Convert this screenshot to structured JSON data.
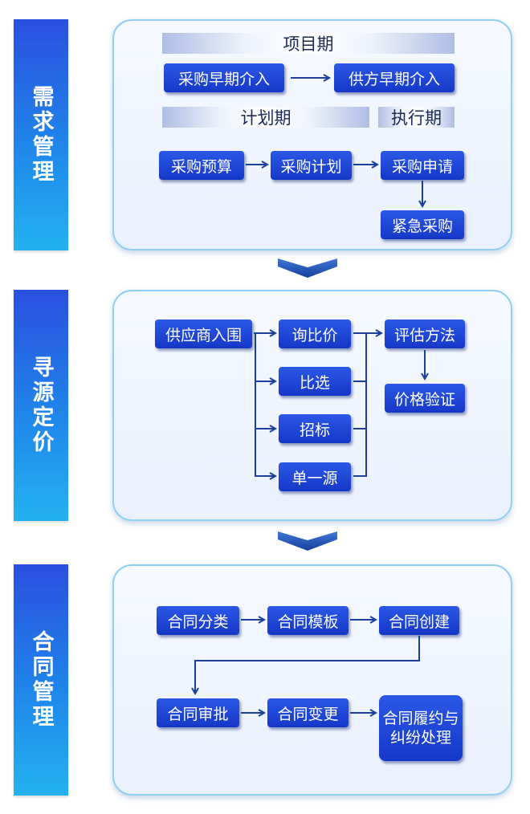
{
  "sections": {
    "demand": {
      "label": "需求管理",
      "phases": {
        "project": "项目期",
        "plan": "计划期",
        "execute": "执行期"
      },
      "nodes": {
        "early_involve": "采购早期介入",
        "supplier_early": "供方早期介入",
        "budget": "采购预算",
        "plan": "采购计划",
        "apply": "采购申请",
        "urgent": "紧急采购"
      }
    },
    "sourcing": {
      "label": "寻源定价",
      "nodes": {
        "shortlist": "供应商入围",
        "inquiry": "询比价",
        "compare": "比选",
        "tender": "招标",
        "single": "单一源",
        "evaluate": "评估方法",
        "verify": "价格验证"
      }
    },
    "contract": {
      "label": "合同管理",
      "nodes": {
        "classify": "合同分类",
        "template": "合同模板",
        "create": "合同创建",
        "approve": "合同审批",
        "change": "合同变更",
        "perform": "合同履约与纠纷处理"
      }
    }
  },
  "colors": {
    "node": "#1a43d6",
    "line": "#1a3f9c",
    "panel_border": "#8fd0f2",
    "side_top": "#2a4fe0",
    "side_bottom": "#23b2f0"
  }
}
